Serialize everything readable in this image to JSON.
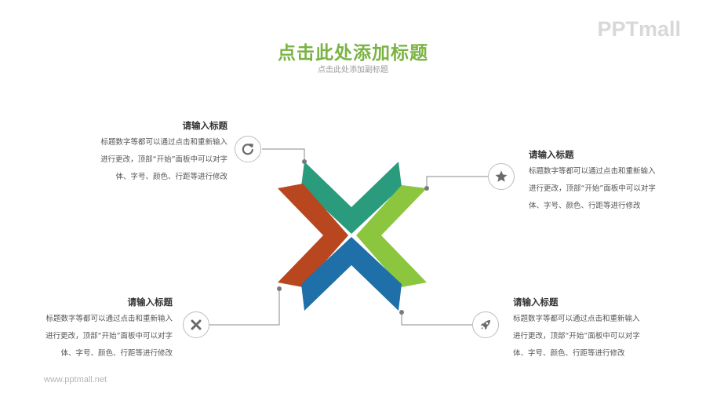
{
  "brand": {
    "logo_text": "PPTmall",
    "footer_url": "www.pptmall.net"
  },
  "header": {
    "title": "点击此处添加标题",
    "subtitle": "点击此处添加副标题"
  },
  "items": [
    {
      "title": "请输入标题",
      "lines": [
        "标题数字等都可以通过点击和重新输入",
        "进行更改，顶部“开始”面板中可以对字",
        "体、字号、颜色、行距等进行修改"
      ],
      "icon": "refresh-icon"
    },
    {
      "title": "请输入标题",
      "lines": [
        "标题数字等都可以通过点击和重新输入",
        "进行更改，顶部“开始”面板中可以对字",
        "体、字号、颜色、行距等进行修改"
      ],
      "icon": "star-icon"
    },
    {
      "title": "请输入标题",
      "lines": [
        "标题数字等都可以通过点击和重新输入",
        "进行更改，顶部“开始”面板中可以对字",
        "体、字号、颜色、行距等进行修改"
      ],
      "icon": "close-icon"
    },
    {
      "title": "请输入标题",
      "lines": [
        "标题数字等都可以通过点击和重新输入",
        "进行更改，顶部“开始”面板中可以对字",
        "体、字号、颜色、行距等进行修改"
      ],
      "icon": "rocket-icon"
    }
  ],
  "colors": {
    "title": "#7ab342",
    "teal": "#2a9b7c",
    "green": "#8cc63f",
    "orange": "#b8471f",
    "blue": "#1f6fa8",
    "connector": "#8a8a8a"
  }
}
